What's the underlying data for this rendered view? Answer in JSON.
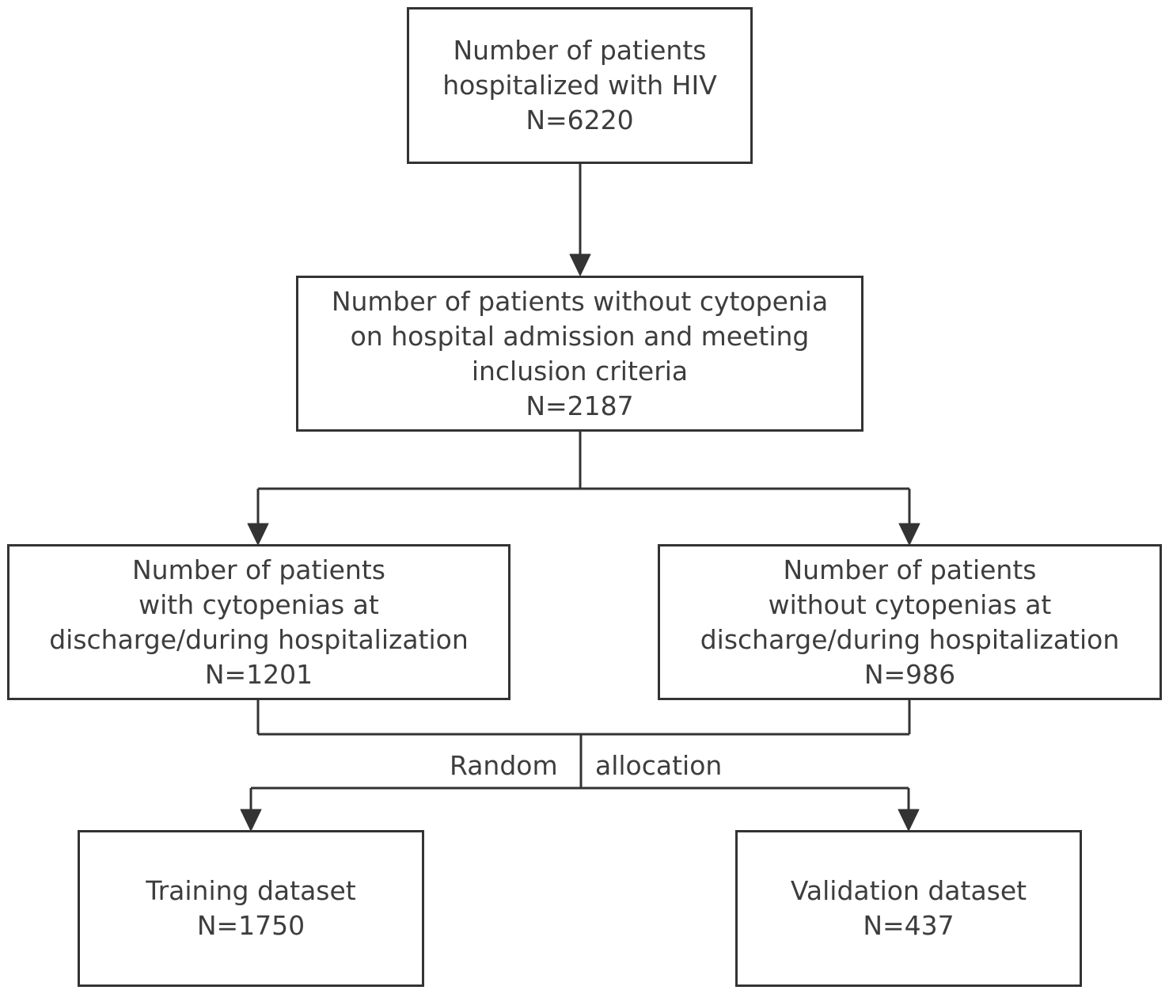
{
  "nodes": {
    "hospitalized": {
      "lines": [
        "Number of patients",
        "hospitalized with HIV",
        "N=6220"
      ]
    },
    "included": {
      "lines": [
        "Number of patients without cytopenia",
        "on hospital admission and meeting",
        "inclusion criteria",
        "N=2187"
      ]
    },
    "with_cytopenias": {
      "lines": [
        "Number of patients",
        "with cytopenias at",
        "discharge/during hospitalization",
        "N=1201"
      ]
    },
    "without_cytopenias": {
      "lines": [
        "Number of patients",
        "without cytopenias at",
        "discharge/during hospitalization",
        "N=986"
      ]
    },
    "training": {
      "lines": [
        "Training dataset",
        "N=1750"
      ]
    },
    "validation": {
      "lines": [
        "Validation dataset",
        "N=437"
      ]
    }
  },
  "edge_labels": {
    "random": "Random",
    "allocation": "allocation"
  },
  "colors": {
    "line": "#333333",
    "text": "#3d3d3d"
  }
}
